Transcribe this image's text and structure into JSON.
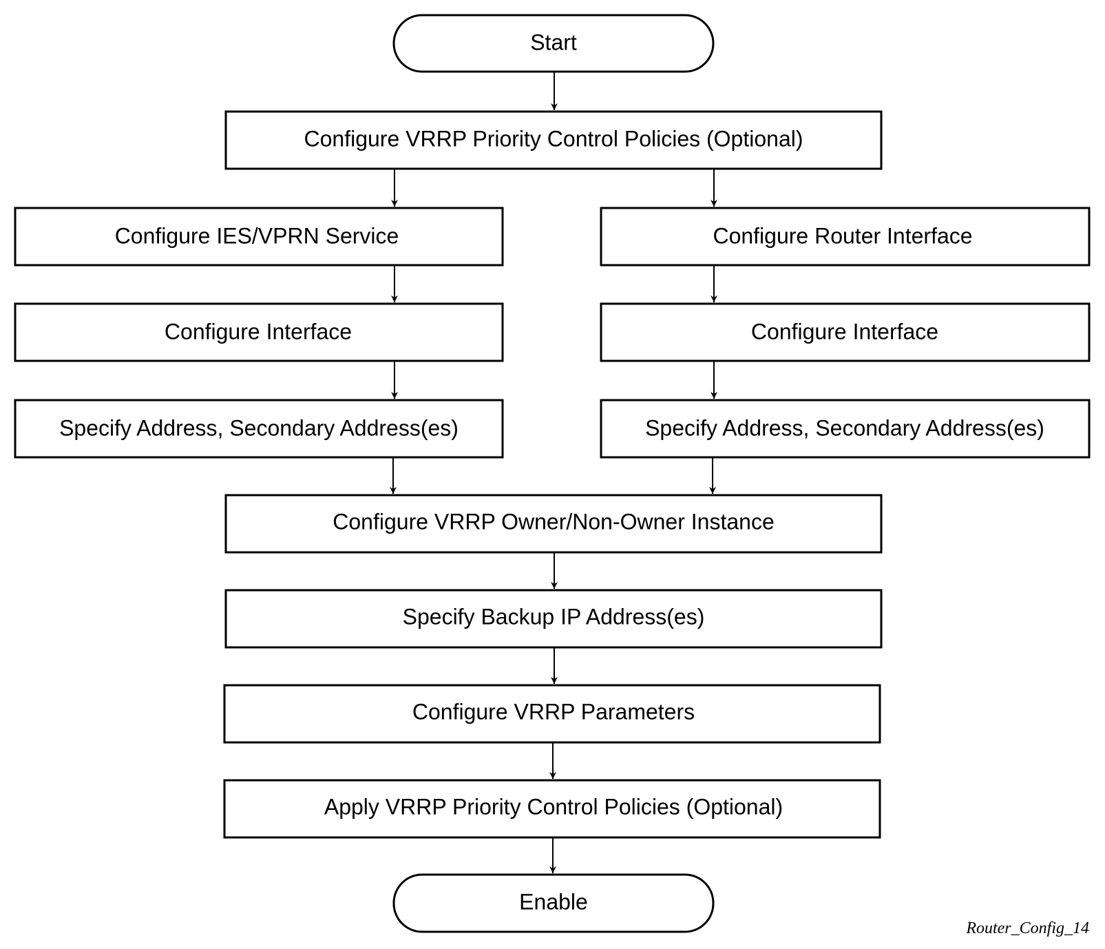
{
  "flowchart": {
    "start": "Start",
    "configure_priority_policies": "Configure VRRP Priority Control Policies (Optional)",
    "left_branch": {
      "service": "Configure IES/VPRN Service",
      "interface": "Configure Interface",
      "addresses": "Specify Address, Secondary Address(es)"
    },
    "right_branch": {
      "router_interface": "Configure Router Interface",
      "interface": "Configure Interface",
      "addresses": "Specify Address, Secondary Address(es)"
    },
    "configure_instance": "Configure VRRP Owner/Non-Owner Instance",
    "backup_ip": "Specify Backup IP Address(es)",
    "configure_parameters": "Configure VRRP Parameters",
    "apply_priority_policies": "Apply VRRP Priority Control Policies (Optional)",
    "enable": "Enable"
  },
  "figure_id": "Router_Config_14"
}
